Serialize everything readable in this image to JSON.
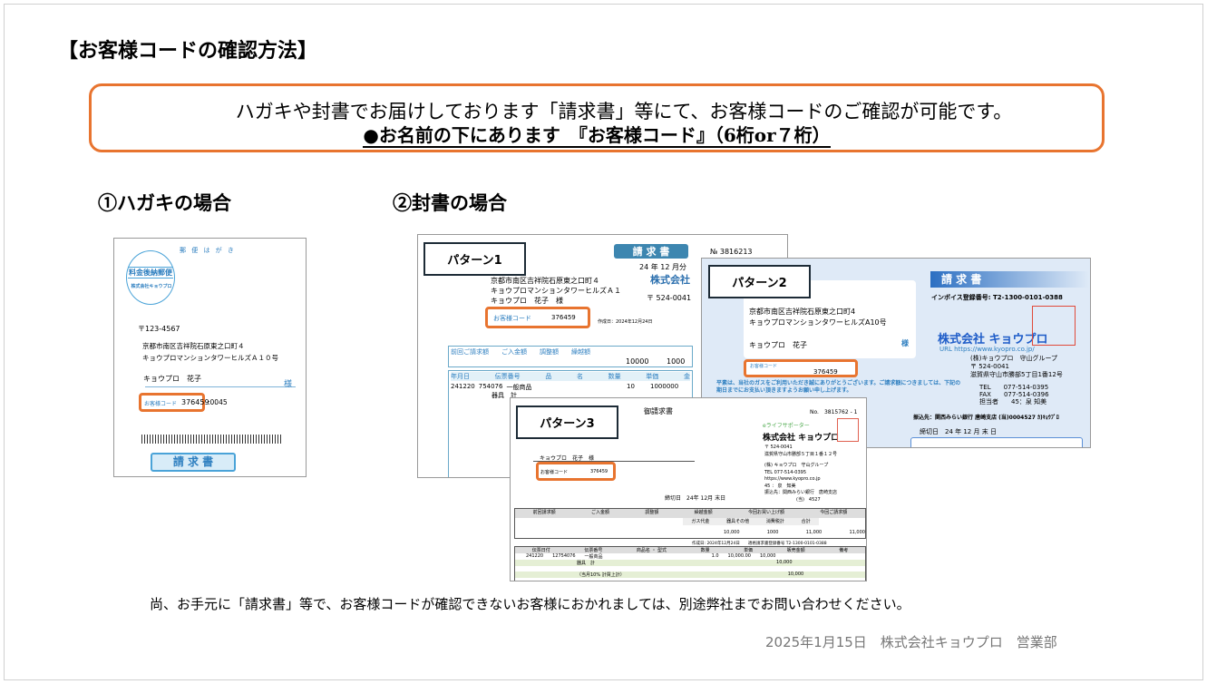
{
  "title": "【お客様コードの確認方法】",
  "notice": {
    "line1": "ハガキや封書でお届けしております「請求書」等にて、お客様コードのご確認が可能です。",
    "line2": "●お名前の下にあります　『お客様コード』（6桁or７桁）"
  },
  "sections": {
    "postcard": "①ハガキの場合",
    "envelope": "②封書の場合"
  },
  "postcard": {
    "header": "郵 便 は が き",
    "stamp_line1": "料金後納郵便",
    "stamp_line2": "株式会社キョウプロ",
    "zip": "〒123-4567",
    "address1": "京都市南区吉祥院石原東之口町４",
    "address2": "キョウプロマンションタワーヒルズＡ１０号",
    "name": "キョウプロ　花子",
    "honorific": "様",
    "code_label": "お客様コード",
    "code": "376459",
    "code_suffix": ":0045",
    "button": "請 求 書"
  },
  "pattern1": {
    "label": "パターン1",
    "doc_title": "請 求 書",
    "number": "№ 3816213",
    "period": "24 年 12 月分",
    "company": "株式会社",
    "address": "京都市南区吉祥院石原東之口町４",
    "address2": "キョウプロマンションタワーヒルズＡ１",
    "name": "キョウプロ　花子　様",
    "code_label": "お客様コード",
    "code": "376459",
    "created": "作成日：2024年12月24日",
    "zip": "〒 524-0041",
    "headers": [
      "前回ご請求額",
      "ご入金額",
      "調整額",
      "繰越額"
    ],
    "amount1": "10000",
    "amount2": "1000",
    "item_headers": [
      "年月日",
      "伝票番号",
      "品",
      "名",
      "数量",
      "単価",
      "金"
    ],
    "row": [
      "241220",
      "754076",
      "一般商品",
      "10",
      "1000000"
    ],
    "row2": "器具　計"
  },
  "pattern2": {
    "label": "パターン2",
    "doc_title": "請 求 書",
    "invoice_no": "インボイス登録番号:  T2-1300-0101-0388",
    "address1": "京都市南区吉祥院石原東之口町4",
    "address2": "キョウプロマンションタワーヒルズA10号",
    "name": "キョウプロ　花子",
    "honorific": "様",
    "code_label": "お客様コード",
    "code": "376459",
    "company": "株式会社 キョウプロ",
    "url": "URL  https://www.kyopro.co.jp/",
    "group": "(株)キョウプロ　守山グループ",
    "zip": "〒 524-0041",
    "company_address": "滋賀県守山市勝部5丁目1番12号",
    "tel": "TEL　　077-514-0395",
    "fax": "FAX　　077-514-0396",
    "staff": "担当者　　45：泉 知美",
    "message": "平素は、当社のガスをご利用いただき誠にありがとうございます。ご請求額につきましては、下記の期日までにお支払い頂きますようお願い申し上げます。",
    "bank": "振込先：関西みらい銀行 唐崎支店 (当)0004527 ｶ)ｷｮｳﾌﾟﾛ",
    "due": "締切日　24 年 12 月 末 日"
  },
  "pattern3": {
    "label": "パターン3",
    "doc_title": "御請求書",
    "number": "No.　3815762 - 1",
    "brand": "eライフサポーター",
    "company": "株式会社 キョウプロ",
    "zip": "〒 524-0041",
    "company_address": "滋賀県守山市勝部５丁目１番１２号",
    "group": "(株) キョウプロ　守山グループ",
    "tel": "TEL 077-514-0395",
    "url": "https://www.kyopro.co.jp",
    "staff": "45 ： 泉　知美",
    "bank": "振込先：関西みらい銀行　唐崎支店",
    "account": "(当)　4527",
    "name": "キョウプロ　花子　様",
    "code_label": "お客様コード",
    "code": "376459",
    "due": "締切日　24年 12月 末日",
    "headers": [
      "前回請求額",
      "ご入金額",
      "調整額",
      "繰越金額",
      "今回お買い上げ額",
      "今回ご請求額"
    ],
    "sub_headers": [
      "ガス代金",
      "器具その他",
      "消費税計",
      "合計"
    ],
    "values": [
      "10,000",
      "1000",
      "11,000",
      "11,000"
    ],
    "created": "作成日: 2024年12月24日　　適格請求書登録番号 T2-1300-0101-0388",
    "item_headers": [
      "伝票日付",
      "伝票番号",
      "商品名 ・ 型式",
      "数量",
      "単価",
      "販売金額",
      "備考"
    ],
    "row": [
      "241220",
      "12754076",
      "一般商品",
      "1.0",
      "10,000.00",
      "10,000"
    ],
    "row2": "器具　計",
    "row2_amount": "10,000",
    "row3": "（当月10% 計買上計）",
    "row3_amount": "10,000"
  },
  "footer": {
    "note": "尚、お手元に「請求書」等で、お客様コードが確認できないお客様におかれましては、別途弊社までお問い合わせください。",
    "signature": "2025年1月15日　株式会社キョウプロ　営業部"
  },
  "colors": {
    "accent": "#e8742f",
    "doc_blue": "#2e7fc0",
    "label_border": "#1d2b36"
  }
}
